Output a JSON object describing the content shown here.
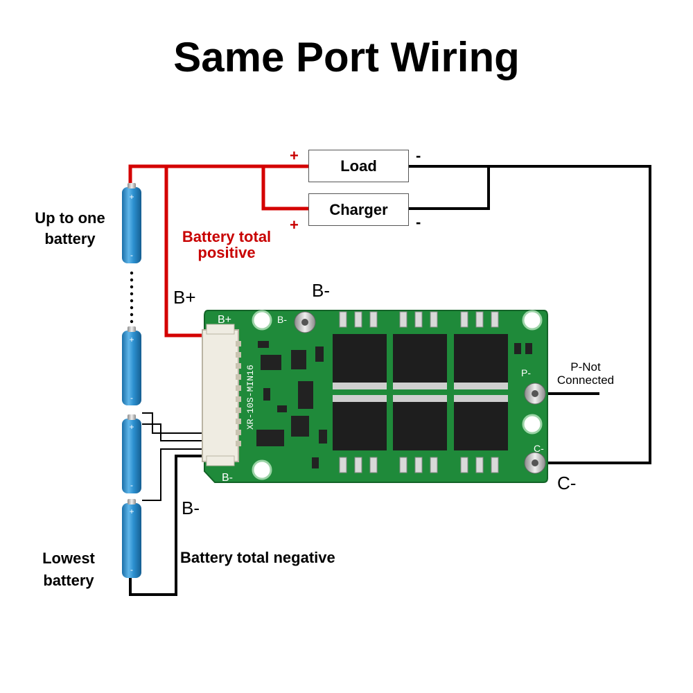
{
  "title": "Same Port Wiring",
  "loads": {
    "load_label": "Load",
    "charger_label": "Charger",
    "plus": "+",
    "minus": "-"
  },
  "battery_labels": {
    "top": [
      "Up to one",
      "battery"
    ],
    "bottom": [
      "Lowest",
      "battery"
    ]
  },
  "annotations": {
    "positive": [
      "Battery total",
      "positive"
    ],
    "negative": "Battery total negative",
    "b_plus": "B+",
    "b_minus_top": "B-",
    "b_minus_left": "B-",
    "c_minus": "C-",
    "p_not_connected": [
      "P-Not",
      "Connected"
    ]
  },
  "board": {
    "silk_bplus": "B+",
    "silk_bminus_top": "B-",
    "silk_bminus_bottom": "B-",
    "silk_p": "P-",
    "silk_c": "C-",
    "model": "XR-10S-MIN16"
  },
  "colors": {
    "positive_wire": "#d40000",
    "negative_wire": "#000000",
    "pcb": "#1f8a3a",
    "cell": "#2b8fcf"
  }
}
